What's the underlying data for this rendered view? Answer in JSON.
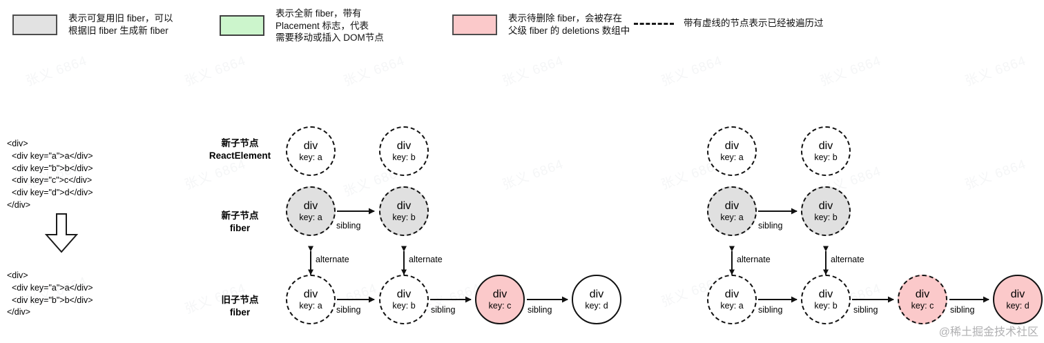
{
  "legend": {
    "items": [
      {
        "swatch": "gray",
        "text": "表示可复用旧 fiber，可以\n根据旧 fiber 生成新 fiber",
        "color": "#e2e2e2"
      },
      {
        "swatch": "green",
        "text": "表示全新 fiber，带有\nPlacement 标志，代表\n需要移动或插入 DOM节点",
        "color": "#ccf5cc"
      },
      {
        "swatch": "pink",
        "text": "表示待删除 fiber，会被存在\n父级 fiber 的 deletions 数组中",
        "color": "#fbc9ca"
      },
      {
        "swatch": "dashed-line",
        "text": "带有虚线的节点表示已经被遍历过",
        "color": "#1a1a1a"
      }
    ]
  },
  "code": {
    "new_children": "<div>\n  <div key=\"a\">a</div>\n  <div key=\"b\">b</div>\n  <div key=\"c\">c</div>\n  <div key=\"d\">d</div>\n</div>",
    "old_children": "<div>\n  <div key=\"a\">a</div>\n  <div key=\"b\">b</div>\n</div>"
  },
  "rows": [
    {
      "label": "新子节点\nReactElement"
    },
    {
      "label": "新子节点\nfiber"
    },
    {
      "label": "旧子节点\nfiber"
    }
  ],
  "edges": {
    "sibling": "sibling",
    "alternate": "alternate"
  },
  "diagrams": [
    {
      "name": "step-left",
      "rows": [
        {
          "name": "react-element-row",
          "nodes": [
            {
              "tag": "div",
              "key": "key: a",
              "fill": "#ffffff",
              "border": "dashed"
            },
            {
              "tag": "div",
              "key": "key: b",
              "fill": "#ffffff",
              "border": "dashed"
            }
          ]
        },
        {
          "name": "new-fiber-row",
          "nodes": [
            {
              "tag": "div",
              "key": "key: a",
              "fill": "#e0e0e0",
              "border": "dashed"
            },
            {
              "tag": "div",
              "key": "key: b",
              "fill": "#e0e0e0",
              "border": "dashed"
            }
          ]
        },
        {
          "name": "old-fiber-row",
          "nodes": [
            {
              "tag": "div",
              "key": "key: a",
              "fill": "#ffffff",
              "border": "dashed"
            },
            {
              "tag": "div",
              "key": "key: b",
              "fill": "#ffffff",
              "border": "dashed"
            },
            {
              "tag": "div",
              "key": "key: c",
              "fill": "#fbc9ca",
              "border": "solid"
            },
            {
              "tag": "div",
              "key": "key: d",
              "fill": "#ffffff",
              "border": "solid"
            }
          ]
        }
      ]
    },
    {
      "name": "step-right",
      "rows": [
        {
          "name": "react-element-row",
          "nodes": [
            {
              "tag": "div",
              "key": "key: a",
              "fill": "#ffffff",
              "border": "dashed"
            },
            {
              "tag": "div",
              "key": "key: b",
              "fill": "#ffffff",
              "border": "dashed"
            }
          ]
        },
        {
          "name": "new-fiber-row",
          "nodes": [
            {
              "tag": "div",
              "key": "key: a",
              "fill": "#e0e0e0",
              "border": "dashed"
            },
            {
              "tag": "div",
              "key": "key: b",
              "fill": "#e0e0e0",
              "border": "dashed"
            }
          ]
        },
        {
          "name": "old-fiber-row",
          "nodes": [
            {
              "tag": "div",
              "key": "key: a",
              "fill": "#ffffff",
              "border": "dashed"
            },
            {
              "tag": "div",
              "key": "key: b",
              "fill": "#ffffff",
              "border": "dashed"
            },
            {
              "tag": "div",
              "key": "key: c",
              "fill": "#fbc9ca",
              "border": "dashed"
            },
            {
              "tag": "div",
              "key": "key: d",
              "fill": "#fbc9ca",
              "border": "solid"
            }
          ]
        }
      ]
    }
  ],
  "watermark": {
    "corner": "@稀土掘金技术社区",
    "tile": "张义 6864"
  }
}
